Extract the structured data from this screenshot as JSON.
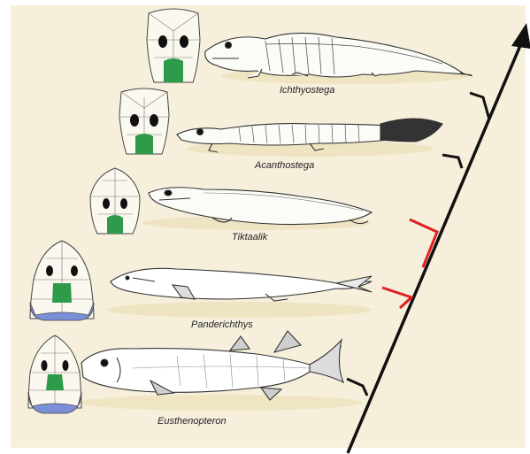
{
  "background_color": "#f6efdc",
  "axis_color": "#111111",
  "highlight_color": "#e02020",
  "snout_color": "#2e9b4a",
  "jaw_color": "#7b8fd8",
  "taxa": [
    {
      "name": "Ichthyostega"
    },
    {
      "name": "Acanthostega"
    },
    {
      "name": "Tiktaalik"
    },
    {
      "name": "Panderichthys"
    },
    {
      "name": "Eusthenopteron"
    }
  ],
  "icons": [
    "skull-icon",
    "tetrapod-silhouette",
    "fish-silhouette",
    "cladogram-arrow"
  ]
}
